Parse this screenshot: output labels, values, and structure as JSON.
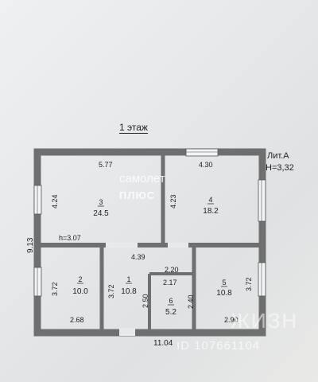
{
  "title": "1 этаж",
  "litera": "Лит.А",
  "height_total": "Н=3,32",
  "rooms": [
    {
      "num": "3",
      "area": "24.5"
    },
    {
      "num": "4",
      "area": "18.2"
    },
    {
      "num": "2",
      "area": "10.0"
    },
    {
      "num": "1",
      "area": "10.8"
    },
    {
      "num": "6",
      "area": "5.2"
    },
    {
      "num": "5",
      "area": "10.8"
    }
  ],
  "dimensions": {
    "top_left": "5.77",
    "top_right": "4.30",
    "room3_height": "4.24",
    "room4_height": "4.23",
    "ceiling": "h=3.07",
    "overall_height": "9.13",
    "corridor_width": "4.39",
    "room2_height": "3.72",
    "room1_height": "3.72",
    "room5_height": "3.72",
    "top_of_6": "2.20",
    "room6_width": "2.17",
    "room6_left": "2.50",
    "room6_right": "2.40",
    "bottom_left": "2.68",
    "bottom_right": "2.90",
    "overall_width": "11.04"
  },
  "watermark": {
    "brand_line1": "самолет",
    "brand_line2": "ПЛЮС",
    "brand_big": "ЖИЗН",
    "listing_id": "ID 107661104"
  },
  "colors": {
    "wall": "#6f6f6f",
    "line": "#333333"
  }
}
